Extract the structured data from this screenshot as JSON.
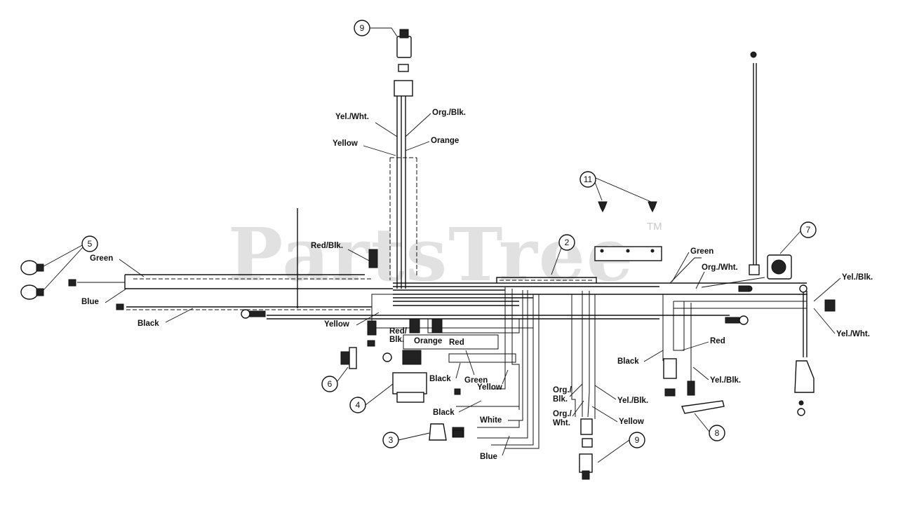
{
  "watermark": {
    "text": "PartsTree",
    "tm": "TM"
  },
  "callouts": [
    "9",
    "11",
    "5",
    "2",
    "7",
    "6",
    "4",
    "3",
    "9",
    "8"
  ],
  "labels": {
    "yel_wht_top": "Yel./Wht.",
    "org_blk_top": "Org./Blk.",
    "yellow_top": "Yellow",
    "orange_top": "Orange",
    "red_blk": "Red/Blk.",
    "green_left": "Green",
    "blue_left": "Blue",
    "black_left": "Black",
    "yellow_mid": "Yellow",
    "red_blk_2": "Red/",
    "red_blk_2b": "Blk.",
    "orange_mid": "Orange",
    "red_mid": "Red",
    "black_mid": "Black",
    "green_mid": "Green",
    "yellow_mid2": "Yellow",
    "black_low": "Black",
    "white_low": "White",
    "blue_low": "Blue",
    "org_blk_low": "Org./",
    "org_blk_low_b": "Blk.",
    "org_wht_low": "Org./",
    "org_wht_low_b": "Wht.",
    "yel_blk_low": "Yel./Blk.",
    "yellow_low": "Yellow",
    "green_right": "Green",
    "org_wht_right": "Org./Wht.",
    "yel_blk_right": "Yel./Blk.",
    "yel_wht_right": "Yel./Wht.",
    "black_right": "Black",
    "red_right": "Red",
    "yel_blk_right2": "Yel./Blk."
  }
}
